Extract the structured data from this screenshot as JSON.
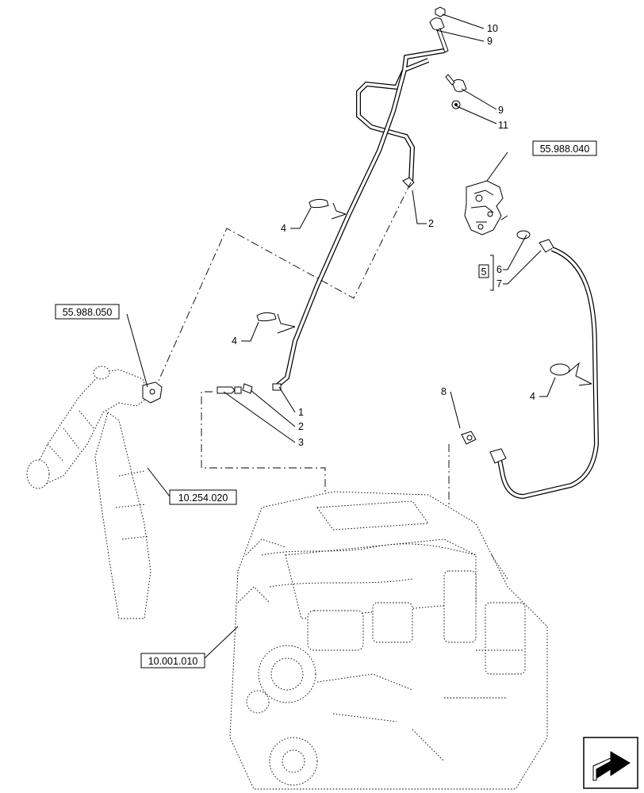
{
  "references": {
    "ref_top_right": "55.988.040",
    "ref_left": "55.988.050",
    "ref_pipe": "10.254.020",
    "ref_engine": "10.001.010"
  },
  "callouts": {
    "c10": "10",
    "c9a": "9",
    "c9b": "9",
    "c11": "11",
    "c2a": "2",
    "c4a": "4",
    "c4b": "4",
    "c4c": "4",
    "c1": "1",
    "c2b": "2",
    "c3": "3",
    "c6": "6",
    "c7": "7",
    "c5": "5",
    "c8": "8"
  },
  "icons": {
    "nav": "next-page-arrow-icon"
  }
}
